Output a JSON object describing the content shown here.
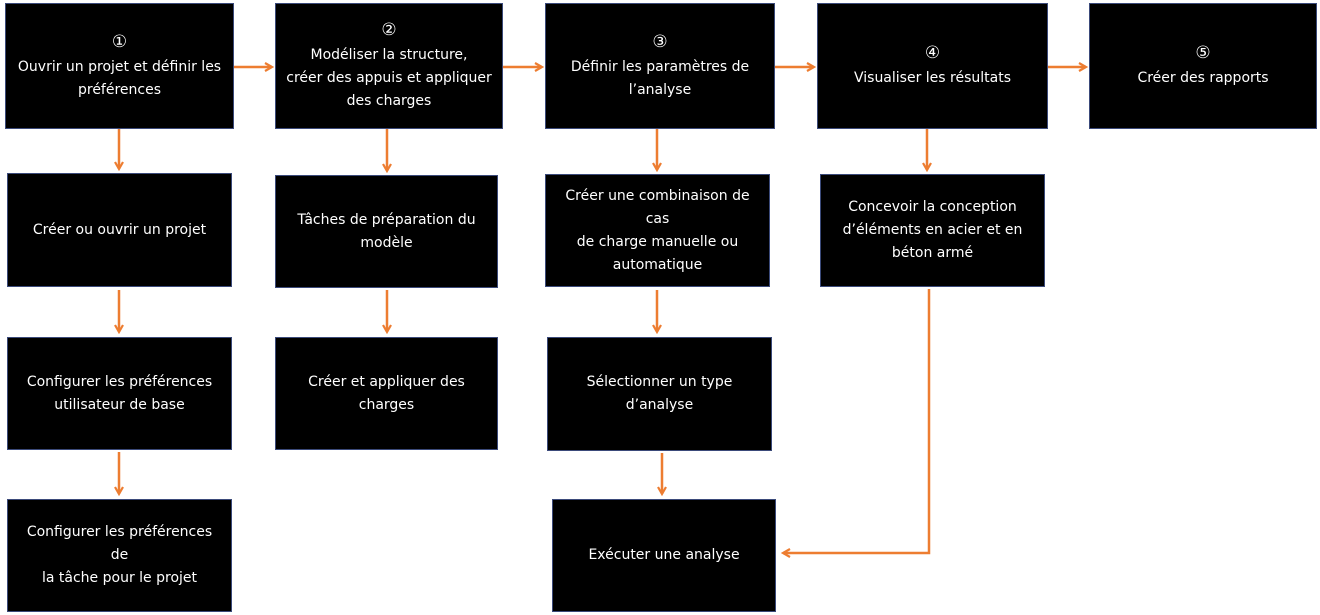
{
  "colors": {
    "box_fill": "#000000",
    "box_border": "#3b4a7a",
    "text": "#ffffff",
    "arrow": "#ed7d31"
  },
  "steps": [
    {
      "number": "①",
      "label": "Ouvrir un projet et définir les\npréférences"
    },
    {
      "number": "②",
      "label": "Modéliser la structure,\ncréer des appuis et appliquer\ndes charges"
    },
    {
      "number": "③",
      "label": "Définir les paramètres de\nl’analyse"
    },
    {
      "number": "④",
      "label": "Visualiser les résultats"
    },
    {
      "number": "⑤",
      "label": "Créer des rapports"
    }
  ],
  "substeps": {
    "s1a": "Créer ou ouvrir un projet",
    "s1b": "Configurer les préférences\nutilisateur de base",
    "s1c": "Configurer les préférences de\nla tâche pour le projet",
    "s2a": "Tâches de préparation du\nmodèle",
    "s2b": "Créer et appliquer des charges",
    "s3a": "Créer une combinaison de cas\nde charge manuelle ou\nautomatique",
    "s3b": "Sélectionner un type d’analyse",
    "s3c": "Exécuter une analyse",
    "s4a": "Concevoir la conception\nd’éléments en acier et en\nbéton armé"
  }
}
